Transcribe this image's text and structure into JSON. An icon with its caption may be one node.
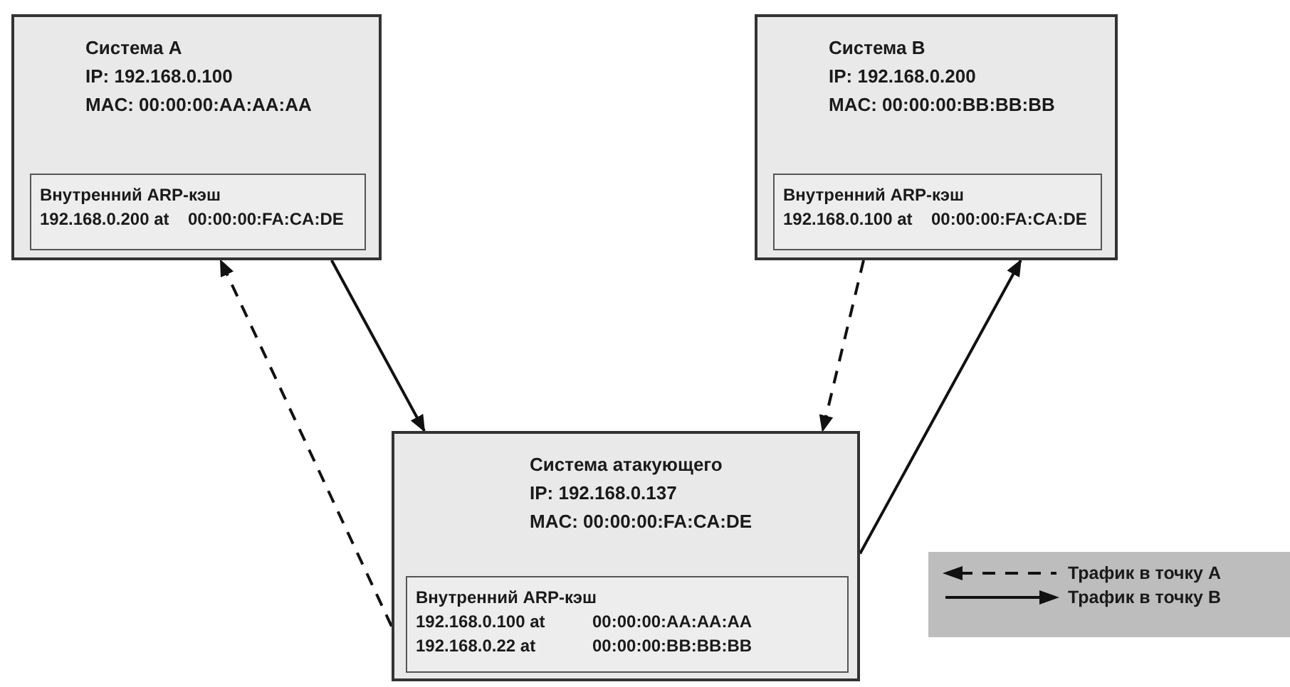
{
  "diagram": {
    "nodes": [
      {
        "text": [
          "Система A",
          "IP: 192.168.0.100",
          "MAC: 00:00:00:AA:AA:AA"
        ]
      },
      {
        "text": [
          "Внутренний ARP-кэш",
          "192.168.0.200 at",
          "00:00:00:FA:CA:DE"
        ],
        "in": 0
      },
      {
        "text": [
          "Система B",
          "IP: 192.168.0.200",
          "MAC: 00:00:00:BB:BB:BB"
        ]
      },
      {
        "text": [
          "Внутренний ARP-кэш",
          "192.168.0.100 at",
          "00:00:00:FA:CA:DE"
        ],
        "in": 2
      },
      {
        "text": [
          "Система атакующего",
          "IP: 192.168.0.137",
          "MAC: 00:00:00:FA:CA:DE"
        ]
      },
      {
        "text": [
          "Внутренний ARP-кэш",
          "192.168.0.100 at",
          "00:00:00:AA:AA:AA",
          "192.168.0.22 at",
          "00:00:00:BB:BB:BB"
        ],
        "in": 4
      }
    ],
    "edges": [
      {
        "from": 4,
        "to": 0,
        "arrow": "to",
        "style": "dashed"
      },
      {
        "from": 0,
        "to": 4,
        "arrow": "to"
      },
      {
        "from": 2,
        "to": 4,
        "arrow": "to",
        "style": "dashed"
      },
      {
        "from": 4,
        "to": 2,
        "arrow": "to"
      }
    ],
    "legend": [
      {
        "text": "Трафик в точку A"
      },
      {
        "text": "Трафик в точку B"
      }
    ]
  }
}
